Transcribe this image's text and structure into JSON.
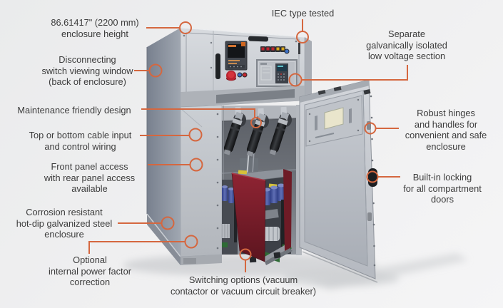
{
  "colors": {
    "accent": "#d5673f",
    "label_text": "#3c3c3c",
    "enclosure_gray": "#c9cdd2",
    "side_panel_gray": "#8a919d",
    "truck_red": "#7e2030",
    "capacitor_blue": "#3c4e9a"
  },
  "diagram": {
    "subject": "annotated medium-voltage switchgear enclosure",
    "labels": [
      {
        "id": "enclosure-height",
        "text": "86.61417\" (2200 mm)\nenclosure height"
      },
      {
        "id": "iec-type-tested",
        "text": "IEC type tested"
      },
      {
        "id": "low-voltage-section",
        "text": "Separate\ngalvanically isolated\nlow voltage section"
      },
      {
        "id": "viewing-window",
        "text": "Disconnecting\nswitch viewing window\n(back of enclosure)"
      },
      {
        "id": "maintenance",
        "text": "Maintenance friendly design"
      },
      {
        "id": "cable-input",
        "text": "Top or bottom cable input\nand control wiring"
      },
      {
        "id": "front-access",
        "text": "Front panel access\nwith rear panel access\navailable"
      },
      {
        "id": "corrosion",
        "text": "Corrosion resistant\nhot-dip galvanized steel\nenclosure"
      },
      {
        "id": "power-factor",
        "text": "Optional\ninternal power factor\ncorrection"
      },
      {
        "id": "switching-options",
        "text": "Switching options (vacuum\ncontactor or vacuum circuit breaker)"
      },
      {
        "id": "hinges-handles",
        "text": "Robust hinges\nand handles for\nconvenient and safe\nenclosure"
      },
      {
        "id": "built-in-locking",
        "text": "Built-in locking\nfor all compartment\ndoors"
      }
    ]
  }
}
